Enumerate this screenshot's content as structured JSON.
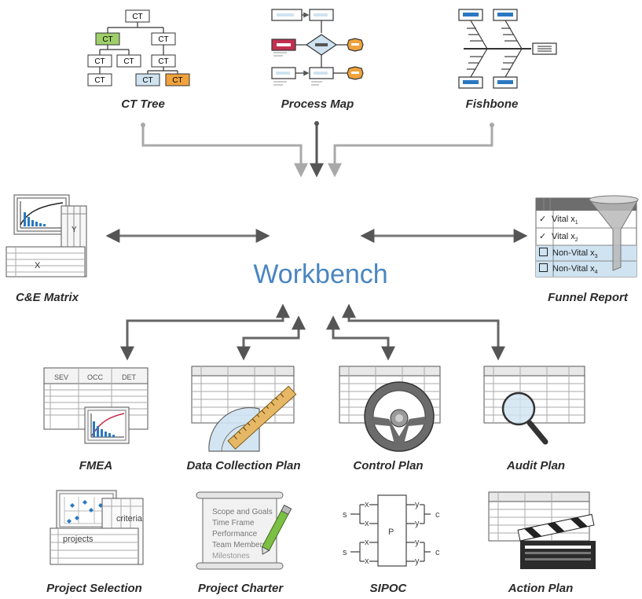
{
  "center_label": "Workbench",
  "tools": {
    "ct_tree": "CT Tree",
    "process_map": "Process Map",
    "fishbone": "Fishbone",
    "ce_matrix": "C&E Matrix",
    "funnel_report": "Funnel Report",
    "fmea": "FMEA",
    "data_collection_plan": "Data Collection Plan",
    "control_plan": "Control Plan",
    "audit_plan": "Audit Plan",
    "project_selection": "Project Selection",
    "project_charter": "Project Charter",
    "sipoc": "SIPOC",
    "action_plan": "Action Plan"
  },
  "icon_text": {
    "ct": "CT",
    "ce_x": "X",
    "ce_y": "Y",
    "fmea_cols": [
      "SEV",
      "OCC",
      "DET"
    ],
    "criteria": "criteria",
    "projects": "projects",
    "charter_lines": [
      "Scope and Goals",
      "Time Frame",
      "Performance",
      "Team Members",
      "Milestones"
    ],
    "sipoc_s": "s",
    "sipoc_x": "x",
    "sipoc_p": "P",
    "sipoc_y": "y",
    "sipoc_c": "c"
  },
  "funnel_rows": [
    {
      "label": "Vital x",
      "sub": "1",
      "checked": true
    },
    {
      "label": "Vital x",
      "sub": "2",
      "checked": true
    },
    {
      "label": "Non-Vital x",
      "sub": "3",
      "checked": false
    },
    {
      "label": "Non-Vital x",
      "sub": "4",
      "checked": false
    }
  ],
  "colors": {
    "connector": "#555555",
    "connector_light": "#a9a9a9",
    "accent_blue": "#2a78c2",
    "accent_red": "#c3304f",
    "accent_orange": "#f0a23c",
    "green": "#9fcf6a",
    "light_blue": "#cfe3f1",
    "title_blue": "#4a86c0"
  }
}
